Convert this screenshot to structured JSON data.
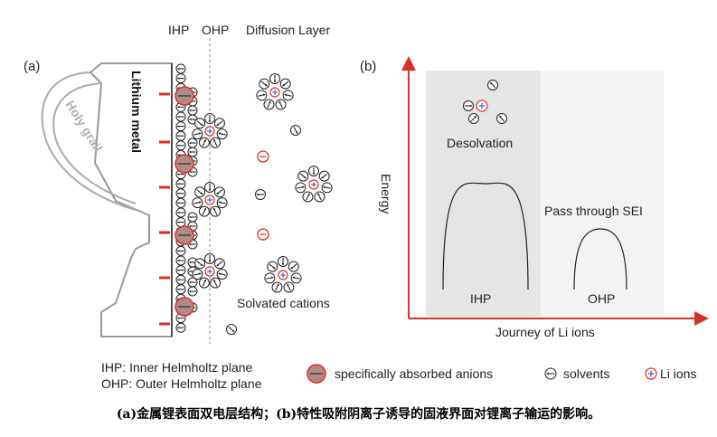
{
  "panel_a": {
    "label": "(a)",
    "ihp": "IHP",
    "ohp": "OHP",
    "diffusion_layer": "Diffusion Layer",
    "lithium_metal": "Lithium metal",
    "holy_grail": "Holy grail",
    "solvated_cations": "Solvated cations"
  },
  "panel_b": {
    "label": "(b)",
    "y_axis": "Energy",
    "x_axis": "Journey of Li ions",
    "desolvation": "Desolvation",
    "pass_sei": "Pass through SEI",
    "ihp": "IHP",
    "ohp": "OHP"
  },
  "legend": {
    "ihp_def": "IHP: Inner Helmholtz plane",
    "ohp_def": "OHP: Outer Helmholtz plane",
    "anions": "specifically absorbed anions",
    "solvents": "solvents",
    "li_ions": "Li ions"
  },
  "caption": "(a)金属锂表面双电层结构；(b)特性吸附阴离子诱导的固液界面对锂离子输运的影响。",
  "colors": {
    "red": "#d93025",
    "anion_fill": "#b08a86",
    "grey_line": "#aaaaaa",
    "ihp_shade": "#e5e5e5",
    "ohp_shade": "#f3f3f3"
  }
}
